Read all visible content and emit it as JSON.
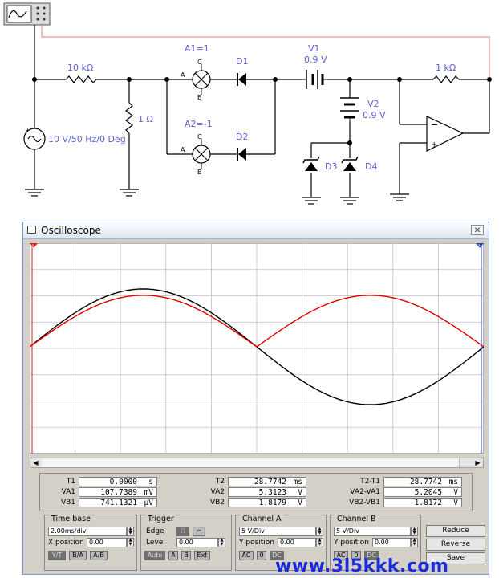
{
  "schematic": {
    "resistor_series": "10 kΩ",
    "resistor_shunt": "1 Ω",
    "source": "10 V/50 Hz/0 Deg",
    "amp_a1": "A1=1",
    "amp_a2": "A2=-1",
    "amp_pin_c": "C",
    "amp_pin_a": "A",
    "amp_pin_b": "B",
    "diode_d1": "D1",
    "diode_d2": "D2",
    "battery_v1": "V1",
    "battery_v1_value": "0.9 V",
    "battery_v2": "V2",
    "battery_v2_value": "0.9 V",
    "resistor_feedback": "1 kΩ",
    "diode_d3": "D3",
    "diode_d4": "D4"
  },
  "oscilloscope": {
    "title": "Oscilloscope",
    "cursor_1": "1",
    "cursor_2": "2",
    "readout": {
      "t1": {
        "label": "T1",
        "value": "0.0000",
        "unit": "s"
      },
      "va1": {
        "label": "VA1",
        "value": "107.7389",
        "unit": "mV"
      },
      "vb1": {
        "label": "VB1",
        "value": "741.1321",
        "unit": "µV"
      },
      "t2": {
        "label": "T2",
        "value": "28.7742",
        "unit": "ms"
      },
      "va2": {
        "label": "VA2",
        "value": "5.3123",
        "unit": "V"
      },
      "vb2": {
        "label": "VB2",
        "value": "1.8179",
        "unit": "V"
      },
      "dt": {
        "label": "T2-T1",
        "value": "28.7742",
        "unit": "ms"
      },
      "dva": {
        "label": "VA2-VA1",
        "value": "5.2045",
        "unit": "V"
      },
      "dvb": {
        "label": "VB2-VB1",
        "value": "1.8172",
        "unit": "V"
      }
    },
    "timebase": {
      "title": "Time base",
      "scale": "2.00ms/div",
      "xpos_label": "X position",
      "xpos_value": "0.00",
      "btn_yt": "Y/T",
      "btn_ba": "B/A",
      "btn_ab": "A/B"
    },
    "trigger": {
      "title": "Trigger",
      "edge_label": "Edge",
      "level_label": "Level",
      "level_value": "0.00",
      "btn_auto": "Auto",
      "btn_a": "A",
      "btn_b": "B",
      "btn_ext": "Ext"
    },
    "channel_a": {
      "title": "Channel A",
      "scale": "5 V/Div",
      "ypos_label": "Y position",
      "ypos_value": "0.00",
      "btn_ac": "AC",
      "btn_0": "0",
      "btn_dc": "DC"
    },
    "channel_b": {
      "title": "Channel B",
      "scale": "5 V/Div",
      "ypos_label": "Y position",
      "ypos_value": "0.00",
      "btn_ac": "AC",
      "btn_0": "0",
      "btn_dc": "DC"
    },
    "buttons": {
      "reduce": "Reduce",
      "reverse": "Reverse",
      "save": "Save"
    }
  },
  "chart_data": {
    "type": "line",
    "x_unit_per_div": "2.00ms/div",
    "y_unit_per_div": "5 V/Div",
    "divisions_x": 10,
    "divisions_y": 8,
    "series": [
      {
        "color": "#000000",
        "amplitude_div": 2.2,
        "period_ms": 20,
        "rectified": false
      },
      {
        "color": "#e00000",
        "amplitude_div": 1.96,
        "period_ms": 20,
        "rectified": true
      }
    ],
    "colors": {
      "screen": "#ffffff",
      "grid": "#c0c0c0",
      "cursor1": "#d02020",
      "cursor2": "#2040c0",
      "wire": "#000000",
      "probe_wire": "#e08080",
      "label": "#5b5fd6"
    }
  },
  "watermark": "www.3l5kkk.com"
}
